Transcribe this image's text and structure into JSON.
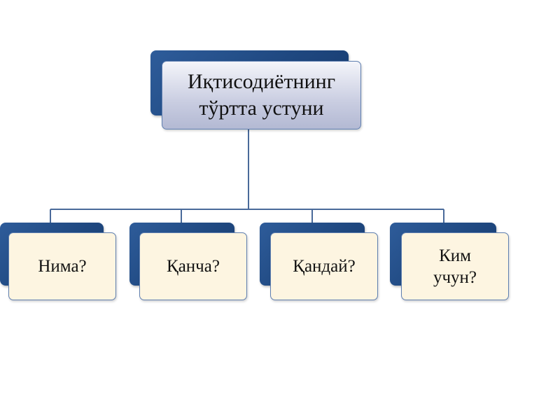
{
  "diagram": {
    "root": {
      "label": "Иқтисодиётнинг\nтўртта устуни"
    },
    "children": [
      {
        "label": "Нима?"
      },
      {
        "label": "Қанча?"
      },
      {
        "label": "Қандай?"
      },
      {
        "label": "Ким\nучун?"
      }
    ]
  },
  "colors": {
    "connector": "#4a6a9a",
    "shadow_box": "#1f4880",
    "root_fill": "#c9cde1",
    "leaf_fill": "#fdf5e1",
    "border": "#5f7fb0"
  }
}
